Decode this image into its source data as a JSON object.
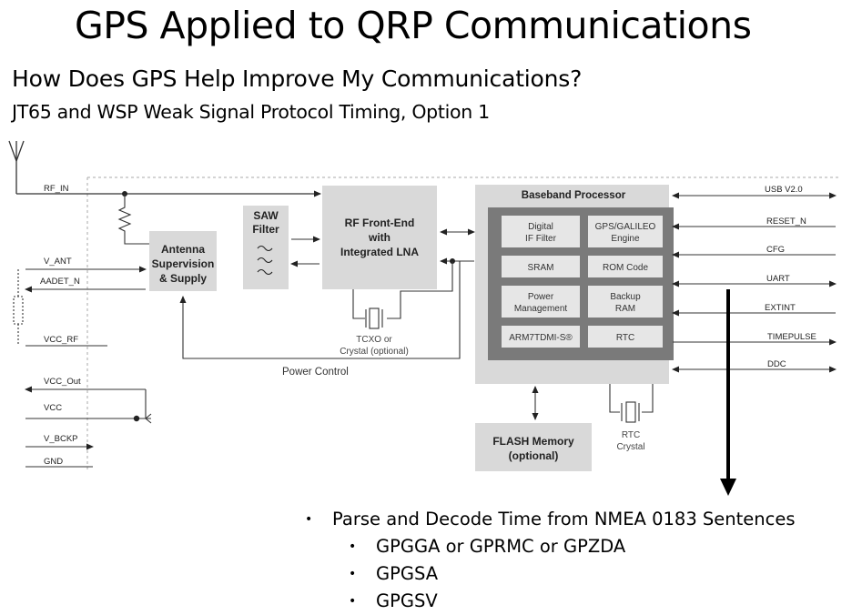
{
  "slide": {
    "title": "GPS Applied to QRP Communications",
    "subtitle": "How Does GPS Help Improve My Communications?",
    "subsubtitle": "JT65 and WSP Weak Signal Protocol Timing, Option 1"
  },
  "diagram": {
    "left_pins": {
      "rf_in": "RF_IN",
      "v_ant": "V_ANT",
      "aadet_n": "AADET_N",
      "vcc_rf": "VCC_RF",
      "vcc_out": "VCC_Out",
      "vcc": "VCC",
      "v_bckp": "V_BCKP",
      "gnd": "GND"
    },
    "right_pins": {
      "usb": "USB  V2.0",
      "reset_n": "RESET_N",
      "cfg": "CFG",
      "uart": "UART",
      "extint": "EXTINT",
      "timepulse": "TIMEPULSE",
      "ddc": "DDC"
    },
    "blocks": {
      "antenna_supervision": [
        "Antenna",
        "Supervision",
        "& Supply"
      ],
      "saw_filter": [
        "SAW",
        "Filter"
      ],
      "rf_frontend": [
        "RF  Front-End",
        "with",
        "Integrated LNA"
      ],
      "baseband_title": "Baseband Processor",
      "digital_if": [
        "Digital",
        "IF Filter"
      ],
      "gps_galileo": [
        "GPS/GALILEO",
        "Engine"
      ],
      "sram": "SRAM",
      "rom_code": "ROM Code",
      "power_mgmt": [
        "Power",
        "Management"
      ],
      "backup_ram": [
        "Backup",
        "RAM"
      ],
      "arm": "ARM7TDMI-S®",
      "rtc": "RTC",
      "flash": [
        "FLASH Memory",
        "(optional)"
      ]
    },
    "labels": {
      "tcxo": [
        "TCXO or",
        "Crystal (optional)"
      ],
      "power_control": "Power Control",
      "rtc_crystal": [
        "RTC",
        "Crystal"
      ]
    }
  },
  "bullets": {
    "main": "Parse and Decode Time from NMEA 0183 Sentences",
    "sub": [
      "GPGGA or GPRMC or GPZDA",
      "GPGSA",
      "GPGSV"
    ]
  }
}
